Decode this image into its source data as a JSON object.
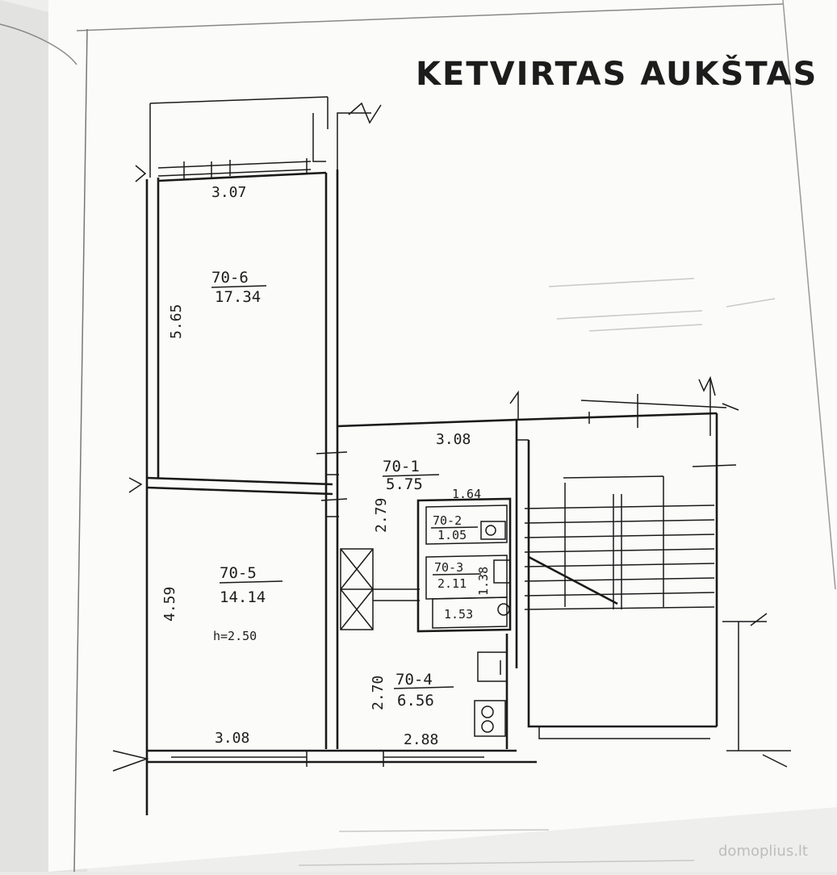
{
  "title": "KETVIRTAS AUKŠTAS",
  "rooms": [
    {
      "code": "70-6",
      "area": "17.34"
    },
    {
      "code": "70-5",
      "area": "14.14",
      "height": "h=2.50"
    },
    {
      "code": "70-1",
      "area": "5.75"
    },
    {
      "code": "70-2",
      "area": "1.05"
    },
    {
      "code": "70-3",
      "area": "2.11"
    },
    {
      "code": "70-4",
      "area": "6.56"
    }
  ],
  "dimensions": {
    "d_307": "3.07",
    "d_565": "5.65",
    "d_308_top": "3.08",
    "d_279": "2.79",
    "d_164": "1.64",
    "d_138": "1.38",
    "d_153": "1.53",
    "d_459": "4.59",
    "d_270": "2.70",
    "d_308_bottom": "3.08",
    "d_288": "2.88"
  },
  "watermark": "domoplius.lt"
}
